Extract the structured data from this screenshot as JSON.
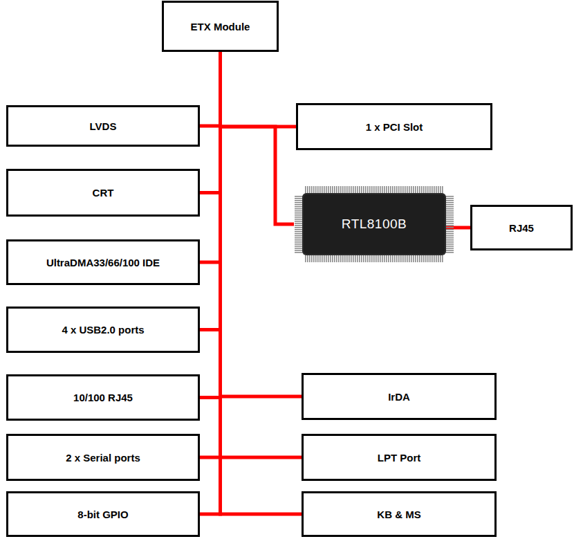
{
  "diagram": {
    "nodes": [
      {
        "text": [
          "ETX Module"
        ]
      },
      {
        "text": [
          "LVDS"
        ]
      },
      {
        "text": [
          "1 x PCI Slot"
        ]
      },
      {
        "text": [
          "CRT"
        ]
      },
      {
        "text": [
          "RTL8100B"
        ]
      },
      {
        "text": [
          "RJ45"
        ]
      },
      {
        "text": [
          "UltraDMA33/66/100 IDE"
        ]
      },
      {
        "text": [
          "4 x USB2.0 ports"
        ]
      },
      {
        "text": [
          "10/100 RJ45"
        ]
      },
      {
        "text": [
          "IrDA"
        ]
      },
      {
        "text": [
          "2 x Serial ports"
        ]
      },
      {
        "text": [
          "LPT Port"
        ]
      },
      {
        "text": [
          "8-bit GPIO"
        ]
      },
      {
        "text": [
          "KB & MS"
        ]
      }
    ],
    "edges": [
      {
        "from": 0,
        "to": 1,
        "arrow": "none"
      },
      {
        "from": 0,
        "to": 2,
        "arrow": "none"
      },
      {
        "from": 0,
        "to": 3,
        "arrow": "none"
      },
      {
        "from": 0,
        "to": 4,
        "arrow": "none"
      },
      {
        "from": 4,
        "to": 5,
        "arrow": "none"
      },
      {
        "from": 0,
        "to": 6,
        "arrow": "none"
      },
      {
        "from": 0,
        "to": 7,
        "arrow": "none"
      },
      {
        "from": 0,
        "to": 8,
        "arrow": "none"
      },
      {
        "from": 0,
        "to": 9,
        "arrow": "none"
      },
      {
        "from": 0,
        "to": 10,
        "arrow": "none"
      },
      {
        "from": 0,
        "to": 11,
        "arrow": "none"
      },
      {
        "from": 0,
        "to": 12,
        "arrow": "none"
      },
      {
        "from": 0,
        "to": 13,
        "arrow": "none"
      }
    ]
  }
}
